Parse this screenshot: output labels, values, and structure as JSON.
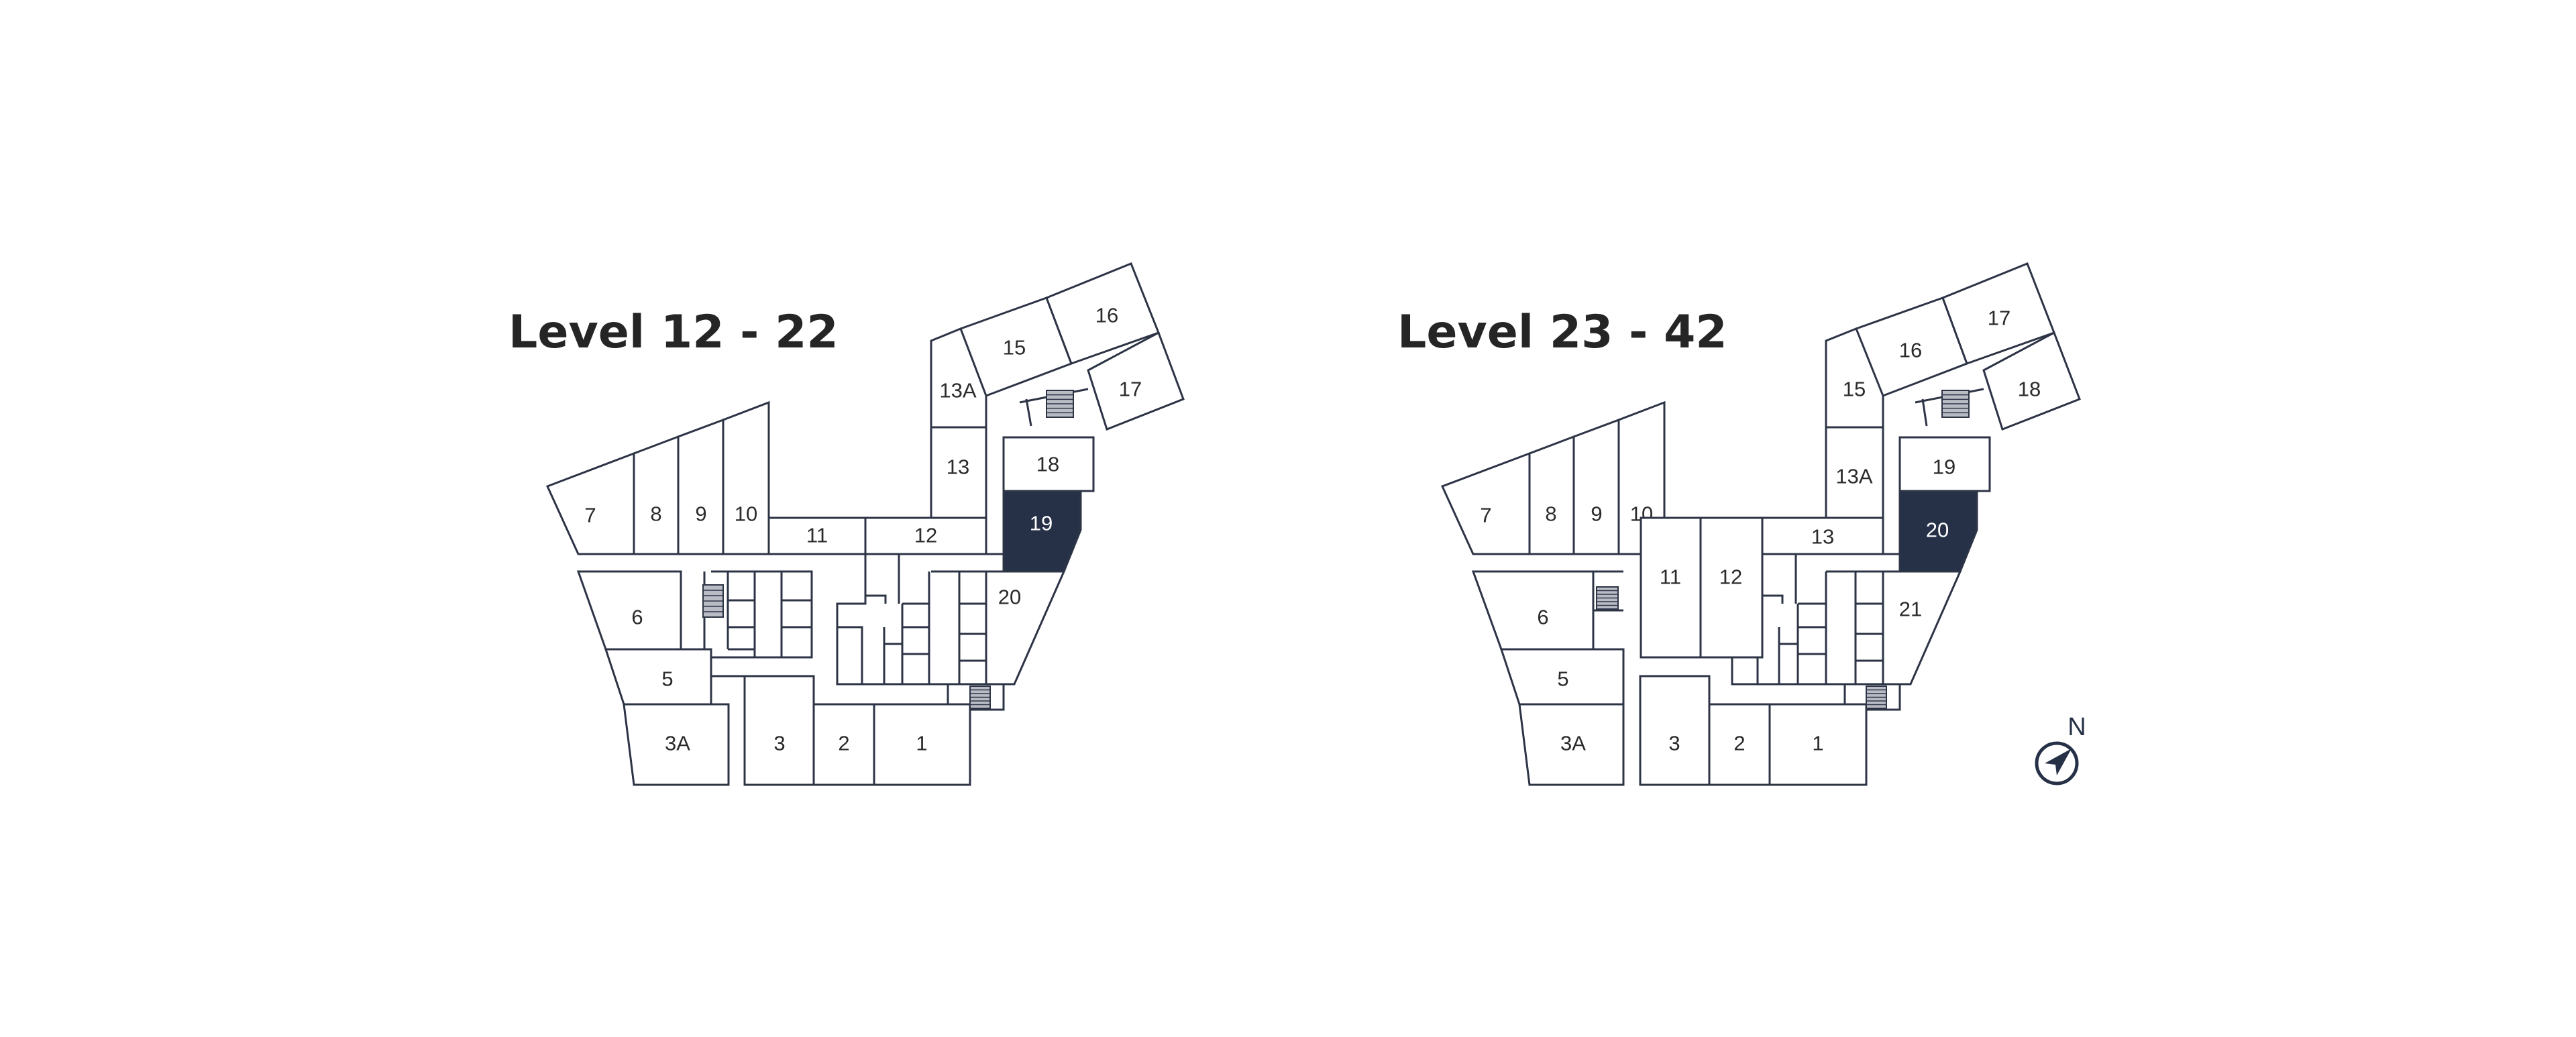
{
  "plans": [
    {
      "title": "Level 12 - 22",
      "highlighted": "19",
      "units": [
        "7",
        "8",
        "9",
        "10",
        "11",
        "12",
        "13",
        "13A",
        "15",
        "16",
        "17",
        "18",
        "19",
        "20",
        "6",
        "5",
        "3A",
        "3",
        "2",
        "1"
      ]
    },
    {
      "title": "Level 23 - 42",
      "highlighted": "20",
      "units": [
        "7",
        "8",
        "9",
        "10",
        "11",
        "12",
        "13",
        "13A",
        "15",
        "16",
        "17",
        "18",
        "19",
        "20",
        "21",
        "6",
        "5",
        "3A",
        "3",
        "2",
        "1"
      ]
    }
  ],
  "compass": {
    "label": "N",
    "icon": "compass-icon"
  },
  "colors": {
    "highlight": "#263147",
    "line": "#2d3446",
    "title": "#252525"
  }
}
